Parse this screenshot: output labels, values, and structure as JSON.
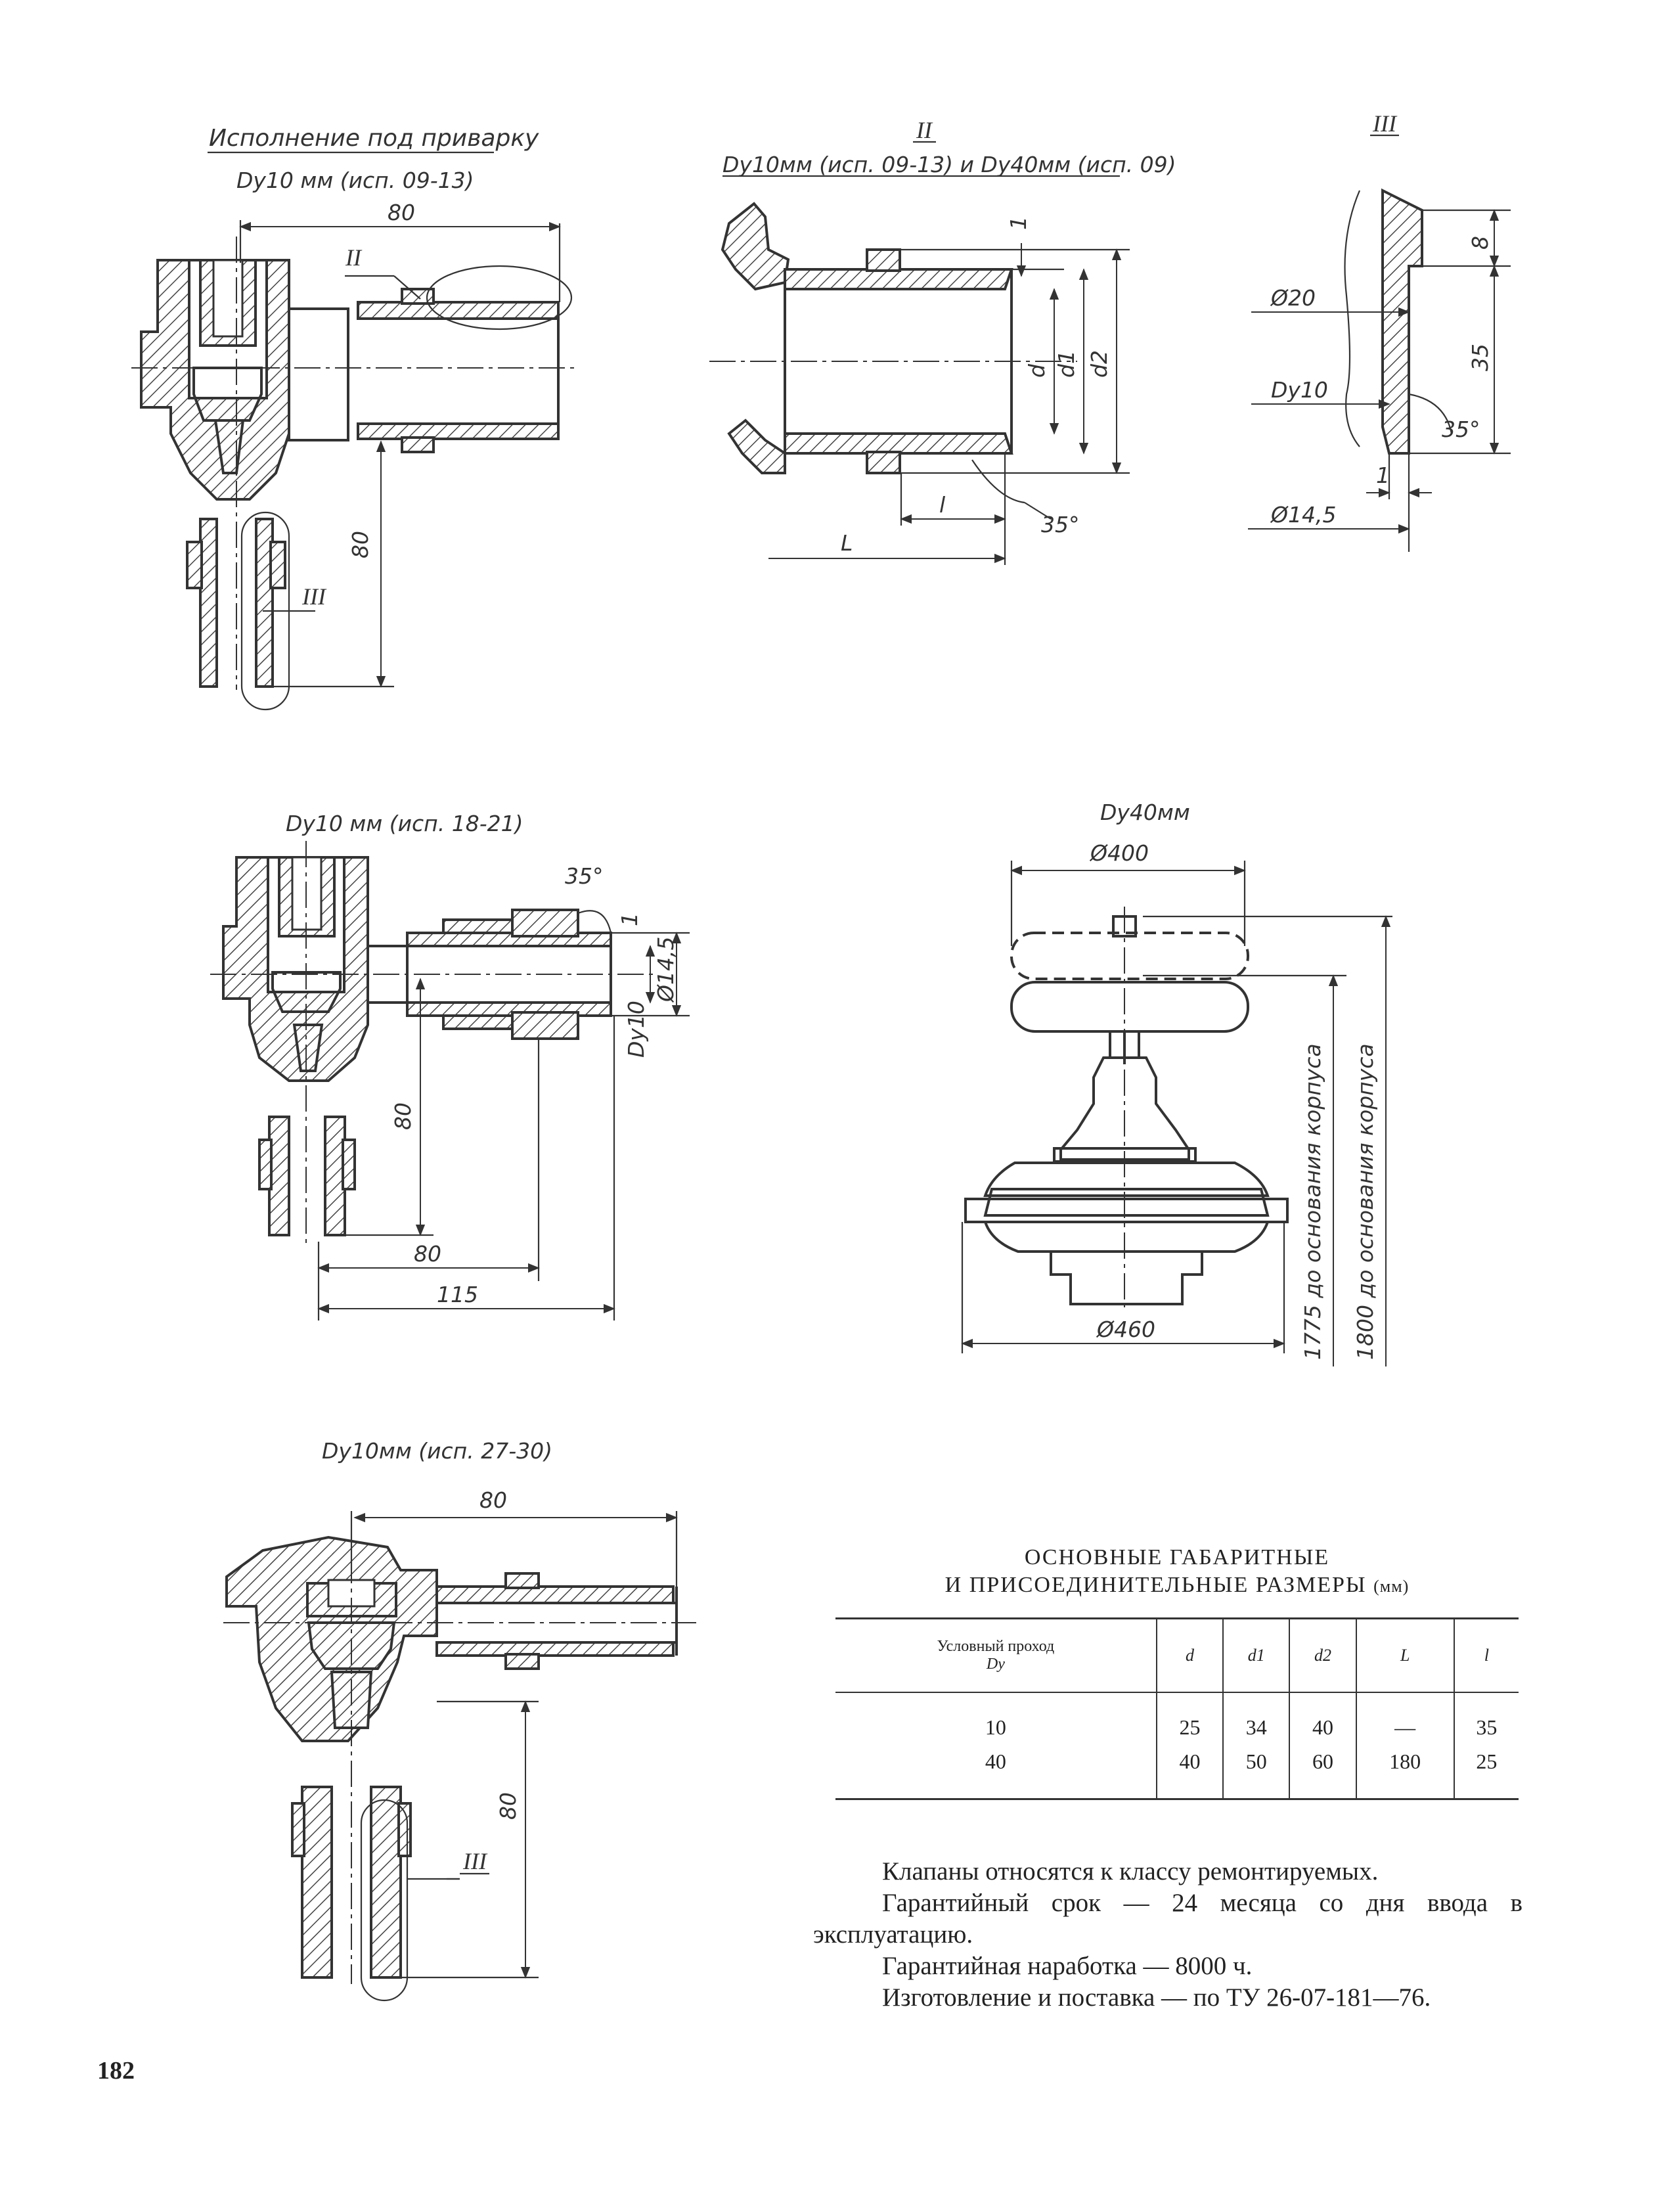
{
  "figures": {
    "weld": {
      "title": "Исполнение под приварку",
      "subtitle": "Dу10 мм (исп. 09-13)",
      "dim_horizontal": "80",
      "dim_vertical": "80",
      "callout_detail_2": "II",
      "callout_detail_3": "III"
    },
    "detail_2": {
      "label": "II",
      "subtitle": "Dу10мм (исп. 09-13) и Dу40мм (исп. 09)",
      "dim_1": "1",
      "dim_d": "d",
      "dim_d1": "d1",
      "dim_d2": "d2",
      "dim_l": "l",
      "dim_L": "L",
      "angle": "35°"
    },
    "detail_3": {
      "label": "III",
      "dim_8": "8",
      "dim_35": "35",
      "dia_20": "Ø20",
      "dy10": "Dу10",
      "angle": "35°",
      "dim_1": "1",
      "dia_14_5": "Ø14,5"
    },
    "nipple": {
      "subtitle": "Dу10 мм (исп. 18-21)",
      "angle": "35°",
      "dim_1": "1",
      "dia_14_5": "Ø14,5",
      "dy10": "Dу10",
      "dim_80_vertical": "80",
      "dim_80_horizontal": "80",
      "dim_115": "115"
    },
    "valve40": {
      "subtitle": "Dу40мм",
      "dia_400": "Ø400",
      "dia_460": "Ø460",
      "height_1775": "1775 до основания корпуса",
      "height_1800": "1800 до основания корпуса"
    },
    "thread": {
      "subtitle": "Dу10мм (исп. 27-30)",
      "dim_horizontal": "80",
      "dim_vertical": "80",
      "callout_detail_3": "III"
    }
  },
  "table": {
    "title_line1": "ОСНОВНЫЕ ГАБАРИТНЫЕ",
    "title_line2": "И ПРИСОЕДИНИТЕЛЬНЫЕ РАЗМЕРЫ",
    "title_unit": "(мм)",
    "headers": {
      "dy_line1": "Условный проход",
      "dy_line2": "Dу",
      "d": "d",
      "d1": "d1",
      "d2": "d2",
      "L": "L",
      "l": "l"
    },
    "rows": [
      {
        "dy": "10",
        "d": "25",
        "d1": "34",
        "d2": "40",
        "L": "—",
        "l": "35"
      },
      {
        "dy": "40",
        "d": "40",
        "d1": "50",
        "d2": "60",
        "L": "180",
        "l": "25"
      }
    ]
  },
  "notes": [
    "Клапаны относятся к классу ремонтируемых.",
    "Гарантийный срок — 24 месяца со дня ввода в эксплуатацию.",
    "Гарантийная наработка — 8000 ч.",
    "Изготовление и поставка — по ТУ 26-07-181—76."
  ],
  "page_number": "182"
}
